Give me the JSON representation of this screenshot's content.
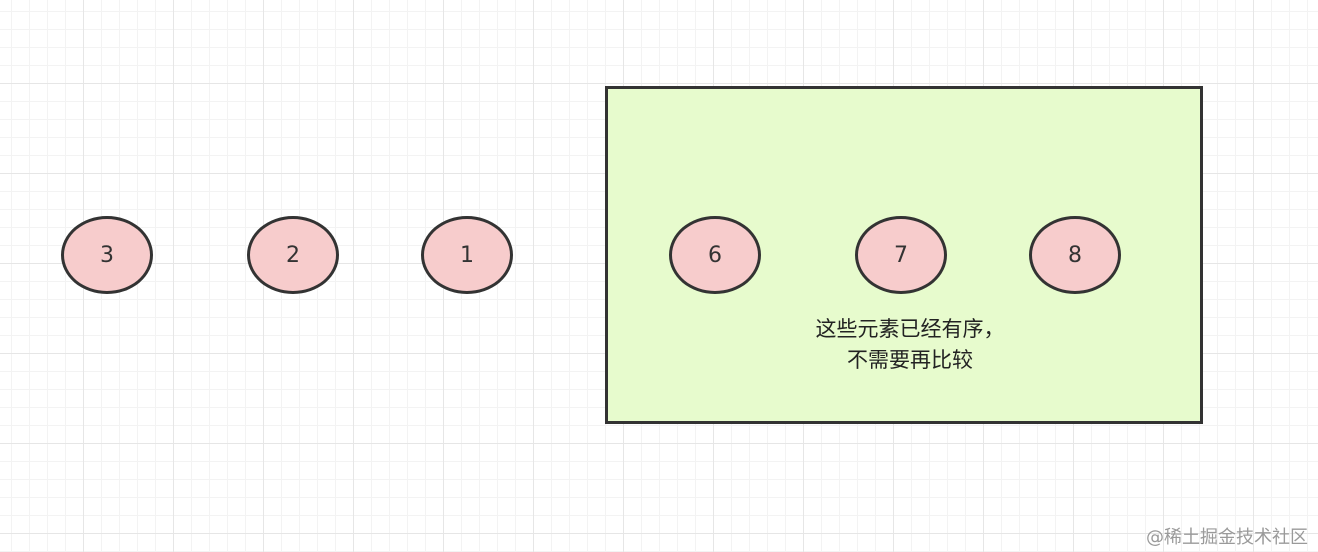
{
  "unsorted_nodes": [
    "3",
    "2",
    "1"
  ],
  "sorted_nodes": [
    "6",
    "7",
    "8"
  ],
  "note": {
    "line1": "这些元素已经有序，",
    "line2": "不需要再比较"
  },
  "watermark": "@稀土掘金技术社区",
  "colors": {
    "node_fill": "#f7cccc",
    "node_stroke": "#333333",
    "box_fill": "#e7fbcd",
    "grid": "#e6e6e6"
  }
}
